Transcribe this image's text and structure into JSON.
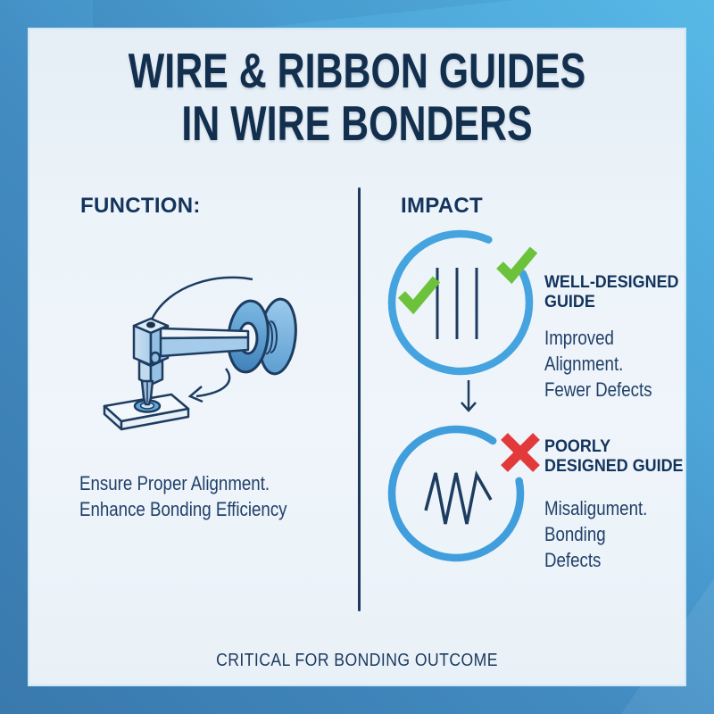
{
  "title": {
    "line1": "WIRE & RIBBON GUIDES",
    "line2": "IN WIRE BONDERS"
  },
  "function_section": {
    "heading": "FUNCTION:",
    "illustration": "wire-bonder-with-spool-guide-and-bond-pad",
    "caption_line1": "Ensure Proper Alignment.",
    "caption_line2": "Enhance Bonding Efficiency"
  },
  "impact_section": {
    "heading": "IMPACT",
    "good": {
      "label": "WELL-DESIGNED GUIDE",
      "description_line1": "Improved Alignment.",
      "description_line2": "Fewer Defects",
      "icon": "straight-wires-in-circle-with-green-checkmarks"
    },
    "bad": {
      "label": "POORLY DESIGNED GUIDE",
      "description_line1": "Misaligument.",
      "description_line2": "Bonding Defects",
      "icon": "zigzag-wire-in-circle-with-red-x"
    }
  },
  "footer": {
    "caption": "CRITICAL FOR BONDING OUTCOME"
  },
  "colors": {
    "border_blue_dark": "#3979ad",
    "border_blue_light": "#57b8e6",
    "card_background": "#ecf3f9",
    "navy_text": "#13345c",
    "circle_blue": "#45a4df",
    "check_green": "#6cc23b",
    "x_red": "#e23a3a",
    "illustration_blue": "#5599d2"
  }
}
